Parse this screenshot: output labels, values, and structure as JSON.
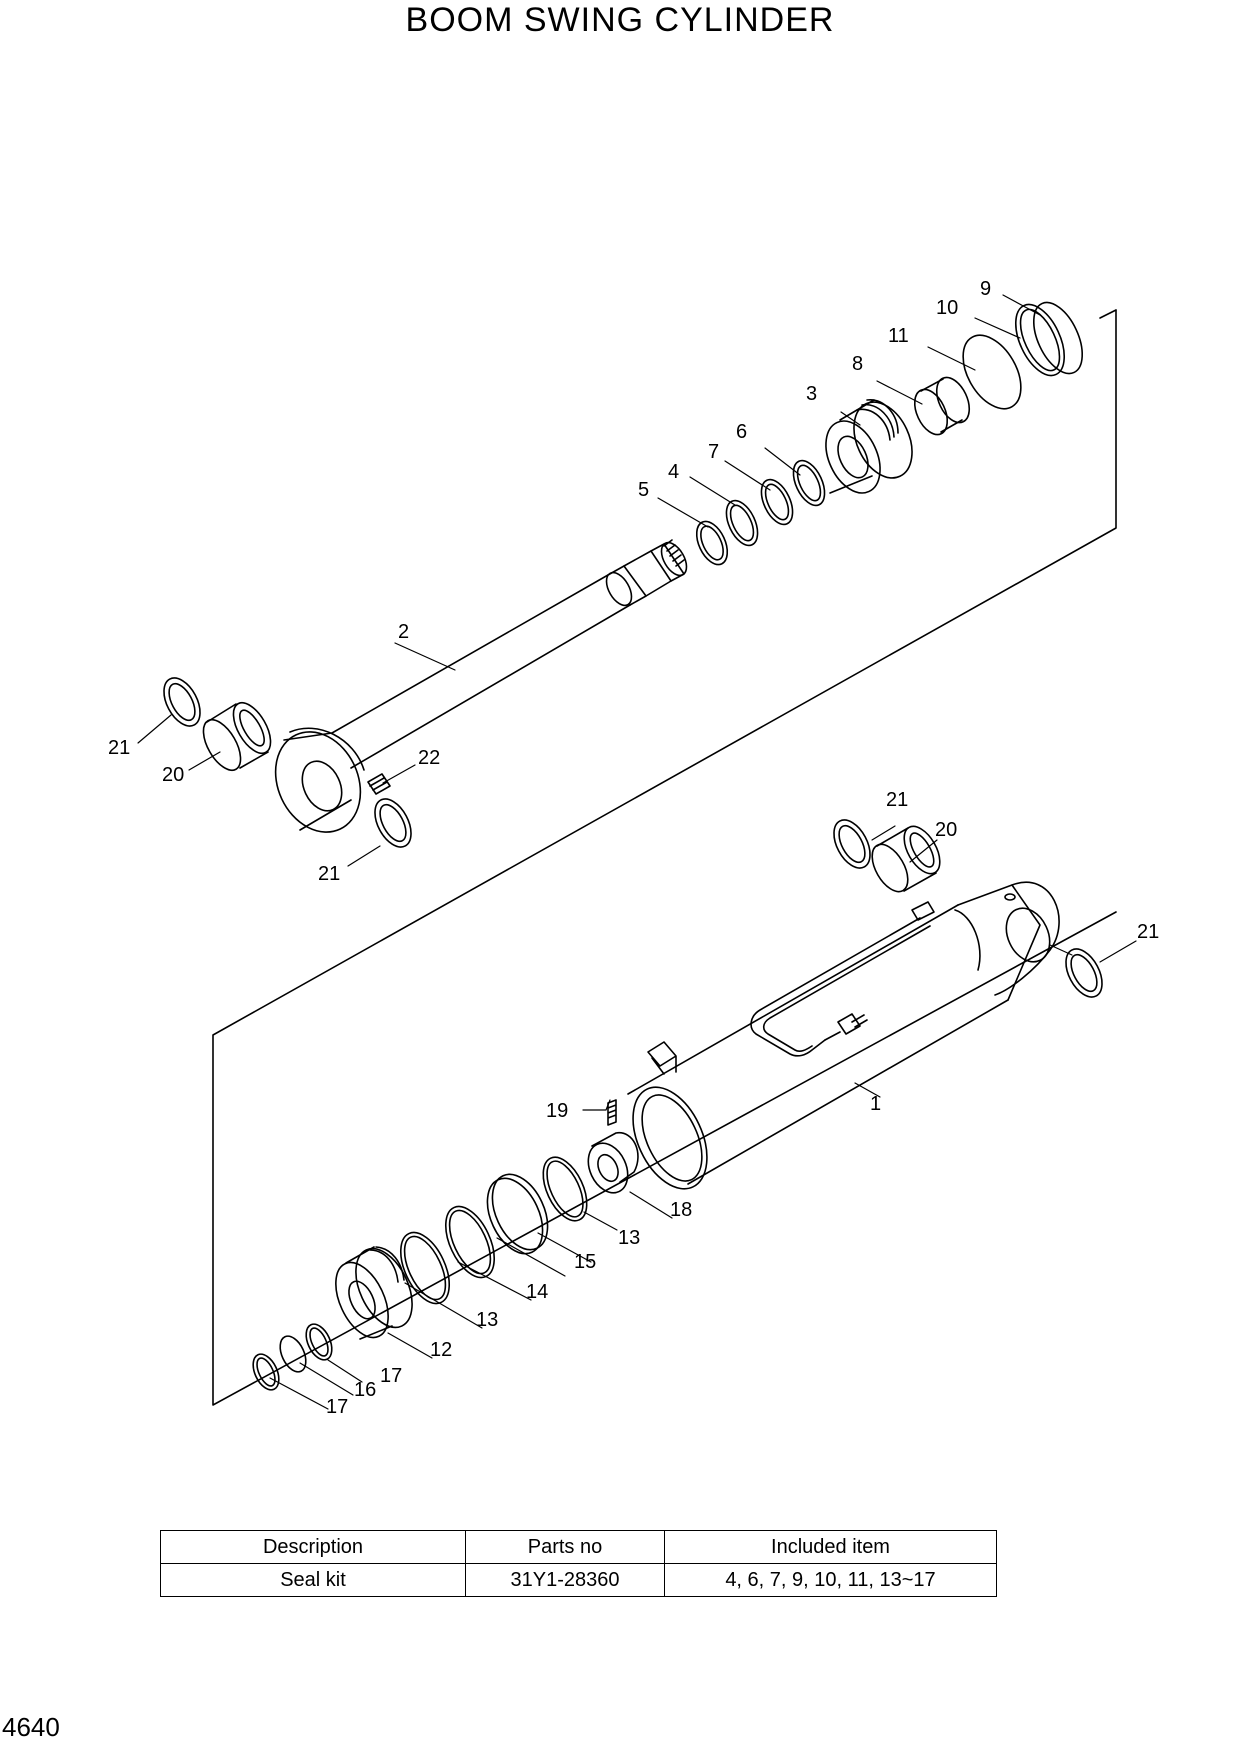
{
  "title": "BOOM SWING CYLINDER",
  "callouts": {
    "c1": "1",
    "c2": "2",
    "c3": "3",
    "c4": "4",
    "c5": "5",
    "c6": "6",
    "c7": "7",
    "c8": "8",
    "c9": "9",
    "c10": "10",
    "c11": "11",
    "c12": "12",
    "c13a": "13",
    "c13b": "13",
    "c14": "14",
    "c15": "15",
    "c16": "16",
    "c17a": "17",
    "c17b": "17",
    "c18": "18",
    "c19": "19",
    "c20a": "20",
    "c20b": "20",
    "c21a": "21",
    "c21b": "21",
    "c21c": "21",
    "c21d": "21",
    "c22": "22"
  },
  "table": {
    "headers": [
      "Description",
      "Parts no",
      "Included item"
    ],
    "rows": [
      [
        "Seal kit",
        "31Y1-28360",
        "4, 6, 7, 9, 10, 11, 13~17"
      ]
    ]
  },
  "page_number": "4640"
}
